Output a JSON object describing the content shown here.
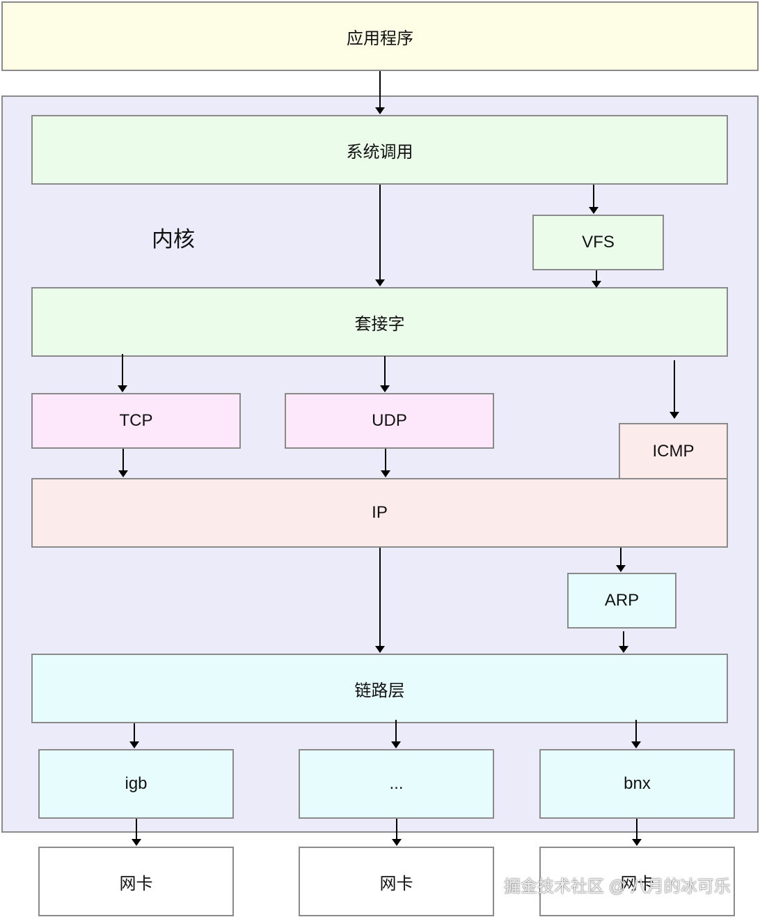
{
  "nodes": {
    "app": "应用程序",
    "kernel": "内核",
    "syscall": "系统调用",
    "vfs": "VFS",
    "socket": "套接字",
    "tcp": "TCP",
    "udp": "UDP",
    "icmp": "ICMP",
    "ip": "IP",
    "arp": "ARP",
    "link": "链路层",
    "drivers": [
      "igb",
      "...",
      "bnx"
    ],
    "nics": [
      "网卡",
      "网卡",
      "网卡"
    ]
  },
  "watermark": "掘金技术社区 @ 八月的冰可乐",
  "edges": [
    [
      "app",
      "syscall"
    ],
    [
      "syscall",
      "socket"
    ],
    [
      "syscall",
      "vfs"
    ],
    [
      "vfs",
      "socket"
    ],
    [
      "socket",
      "tcp"
    ],
    [
      "socket",
      "udp"
    ],
    [
      "socket",
      "icmp"
    ],
    [
      "tcp",
      "ip"
    ],
    [
      "udp",
      "ip"
    ],
    [
      "ip",
      "link"
    ],
    [
      "ip",
      "arp"
    ],
    [
      "arp",
      "link"
    ],
    [
      "link",
      "driver-igb"
    ],
    [
      "link",
      "driver-ellipsis"
    ],
    [
      "link",
      "driver-bnx"
    ],
    [
      "driver-igb",
      "nic-1"
    ],
    [
      "driver-ellipsis",
      "nic-2"
    ],
    [
      "driver-bnx",
      "nic-3"
    ]
  ]
}
